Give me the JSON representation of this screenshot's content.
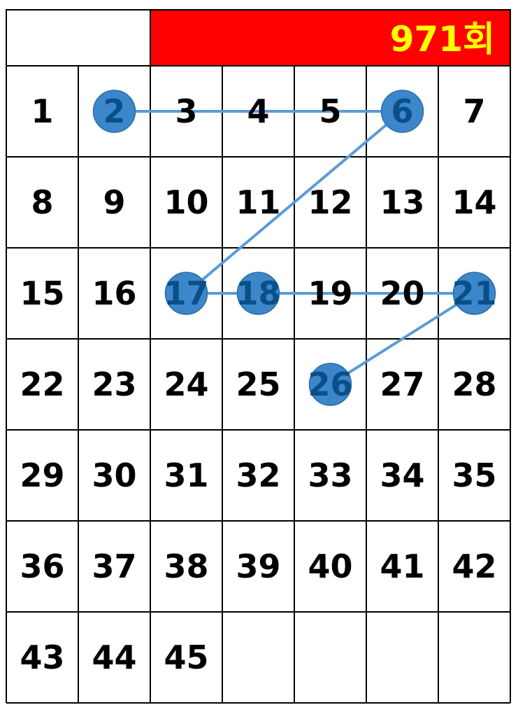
{
  "header": {
    "round_label": "971회",
    "fill_color": "#ff0000",
    "text_color": "#ffff00"
  },
  "grid": {
    "columns": 7,
    "numbers": [
      1,
      2,
      3,
      4,
      5,
      6,
      7,
      8,
      9,
      10,
      11,
      12,
      13,
      14,
      15,
      16,
      17,
      18,
      19,
      20,
      21,
      22,
      23,
      24,
      25,
      26,
      27,
      28,
      29,
      30,
      31,
      32,
      33,
      34,
      35,
      36,
      37,
      38,
      39,
      40,
      41,
      42,
      43,
      44,
      45
    ]
  },
  "picked_numbers": [
    2,
    6,
    17,
    18,
    21,
    26
  ],
  "connector_order": [
    2,
    6,
    17,
    18,
    21,
    26
  ],
  "colors": {
    "ball": "#3b87c9",
    "connector": "#5b9bd5",
    "picked_text": "#0b4f8a",
    "number_text": "#000000"
  }
}
